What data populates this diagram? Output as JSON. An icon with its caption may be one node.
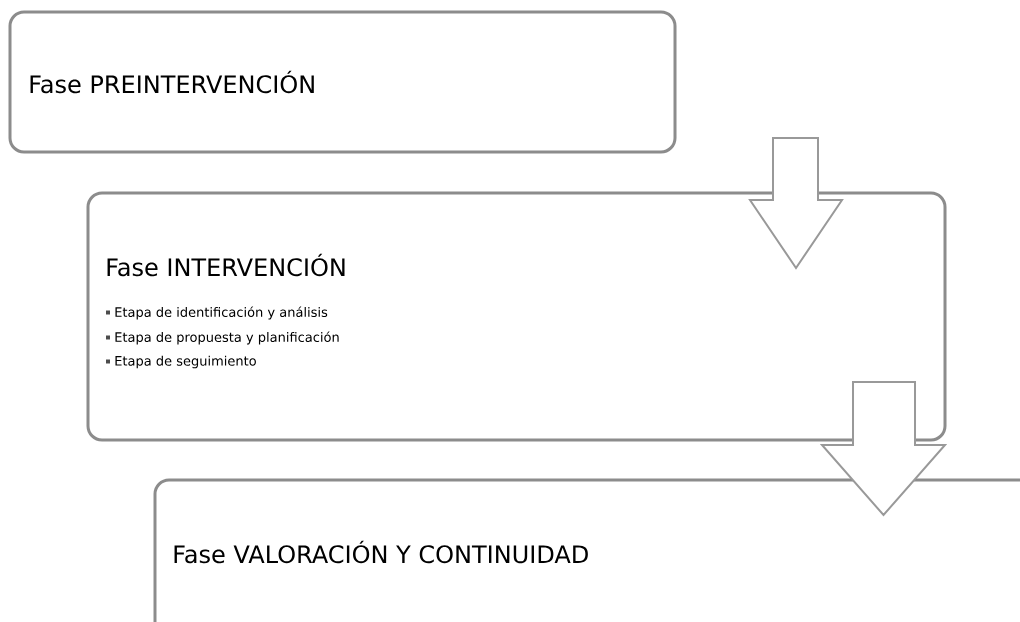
{
  "diagram": {
    "nodes": [
      {
        "text": [
          "Fase PREINTERVENCIÓN"
        ]
      },
      {
        "text": [
          "Fase INTERVENCIÓN",
          "Etapa de identificación y análisis",
          "Etapa de propuesta y planificación",
          "Etapa de seguimiento"
        ]
      },
      {
        "text": [
          "Fase VALORACIÓN Y CONTINUIDAD"
        ]
      }
    ],
    "edges": [
      {
        "from": 0,
        "to": 1,
        "arrow": "to"
      },
      {
        "from": 1,
        "to": 2,
        "arrow": "to"
      }
    ]
  }
}
